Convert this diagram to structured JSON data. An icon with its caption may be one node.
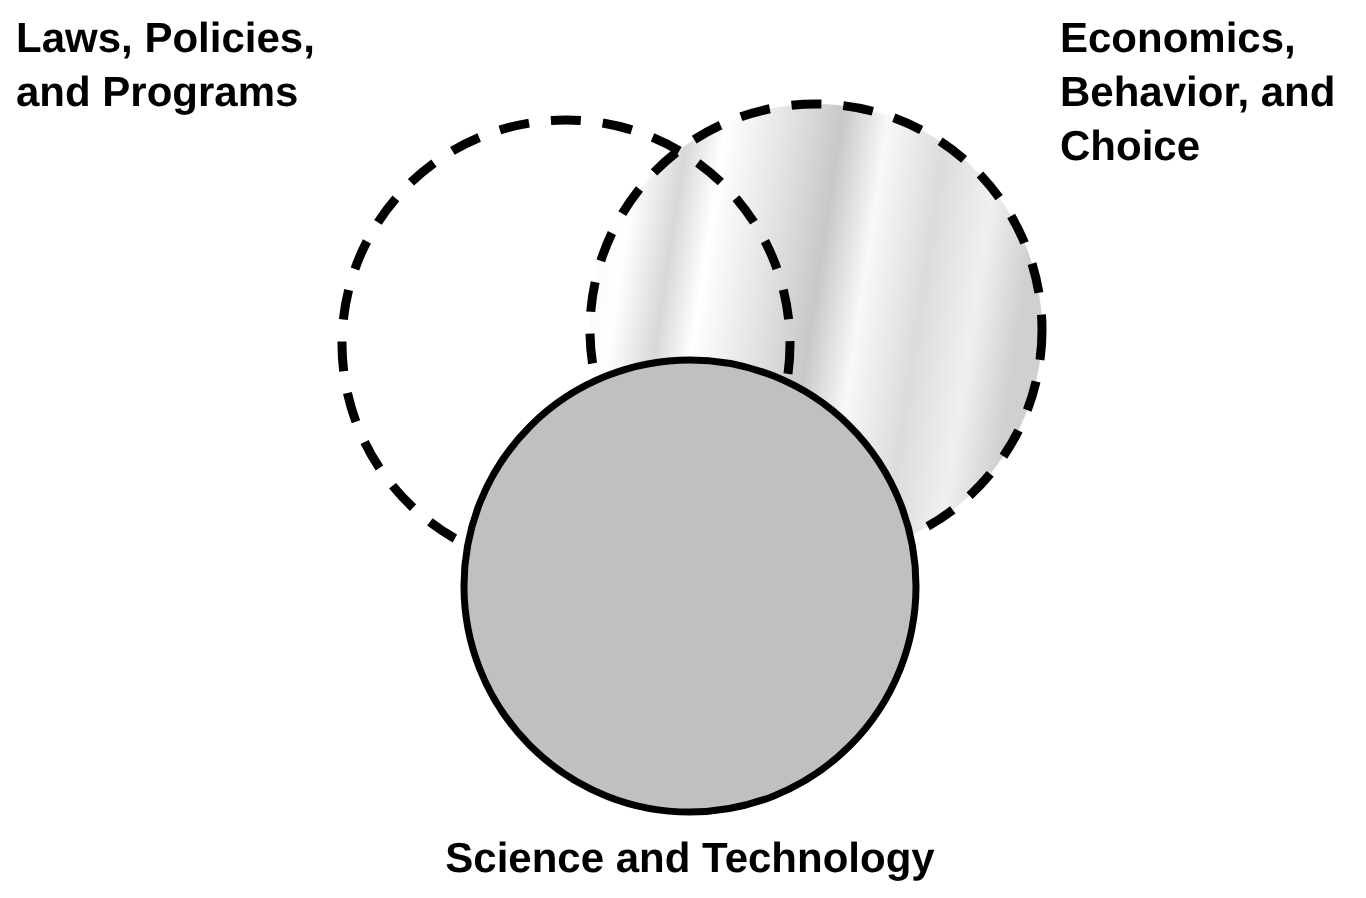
{
  "diagram": {
    "nodes": [
      {
        "text": [
          "Laws, Policies, and Programs"
        ]
      },
      {
        "text": [
          "Economics, Behavior, and Choice"
        ]
      },
      {
        "text": [
          "Science and Technology"
        ]
      }
    ]
  }
}
